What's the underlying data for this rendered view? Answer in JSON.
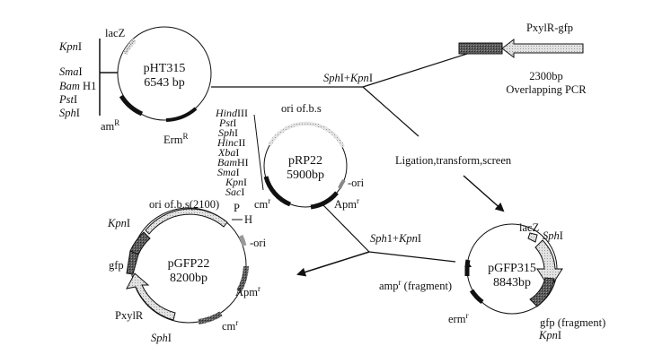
{
  "diagram": {
    "title": "Construction of pGFP22 plasmid",
    "plasmids": {
      "pHT315": {
        "name": "pHT315",
        "size": "6543 bp",
        "labels": {
          "lacZ": "lacZ",
          "amR": "am",
          "amR_sup": "R",
          "ermR": "Erm",
          "ermR_sup": "R"
        },
        "mcs": [
          {
            "italic": "Kpn",
            "plain": "I"
          },
          {
            "italic": "Sma",
            "plain": "I"
          },
          {
            "italic": "Bam",
            "plain": " H1"
          },
          {
            "italic": "Pst",
            "plain": "I"
          },
          {
            "italic": "Sph",
            "plain": "I"
          }
        ]
      },
      "pRP22": {
        "name": "pRP22",
        "size": "5900bp",
        "labels": {
          "ori_bs": "ori of.b.s",
          "ori": "ori",
          "cmr": "cm",
          "cmr_sup": "r",
          "apmr": "Apm",
          "apmr_sup": "r"
        },
        "mcs": [
          {
            "italic": "Hind",
            "plain": "III"
          },
          {
            "italic": "Pst",
            "plain": "I"
          },
          {
            "italic": "Sph",
            "plain": "I"
          },
          {
            "italic": "Hinc",
            "plain": "II"
          },
          {
            "italic": "Xba",
            "plain": "I"
          },
          {
            "italic": "Bam",
            "plain": "HI"
          },
          {
            "italic": "Sma",
            "plain": "I"
          },
          {
            "italic": "Kpn",
            "plain": "I"
          },
          {
            "italic": "Sac",
            "plain": "I"
          }
        ]
      },
      "pGFP315": {
        "name": "pGFP315",
        "size": "8843bp",
        "labels": {
          "lacZ": "lacZ",
          "sph": "Sph",
          "sph_plain": "I",
          "kpn": "Kpn",
          "kpn_plain": "I",
          "gfp_fragment": "gfp (fragment)",
          "ampr": "amp",
          "ampr_sup": "r",
          "ampr_rest": " (fragment)",
          "ermr": "erm",
          "ermr_sup": "r"
        }
      },
      "pGFP22": {
        "name": "pGFP22",
        "size": "8200bp",
        "labels": {
          "ori_bs": "ori of.b.s(2100)",
          "P": "P",
          "H": "H",
          "ori": "ori",
          "apmr": "Apm",
          "apmr_sup": "r",
          "cmr": "cm",
          "cmr_sup": "r",
          "kpn": "Kpn",
          "kpn_plain": "I",
          "gfp": "gfp",
          "pxylr": "PxylR",
          "sph": "Sph",
          "sph_plain": "I"
        }
      }
    },
    "fragment": {
      "name": "PxylR-gfp",
      "size": "2300bp",
      "method": "Overlapping PCR"
    },
    "steps": {
      "digest1_italic_a": "Sph",
      "digest1_plain_a": "I+",
      "digest1_italic_b": "Kpn",
      "digest1_plain_b": "I",
      "ligation": "Ligation,transform,screen",
      "digest2_italic_a": "Sph",
      "digest2_plain_a": "1+",
      "digest2_italic_b": "Kpn",
      "digest2_plain_b": "I"
    },
    "colors": {
      "line": "#111111",
      "gfp_fill": "#555555",
      "light_fill": "#d8d8d8",
      "dark_segment": "#111111"
    }
  }
}
